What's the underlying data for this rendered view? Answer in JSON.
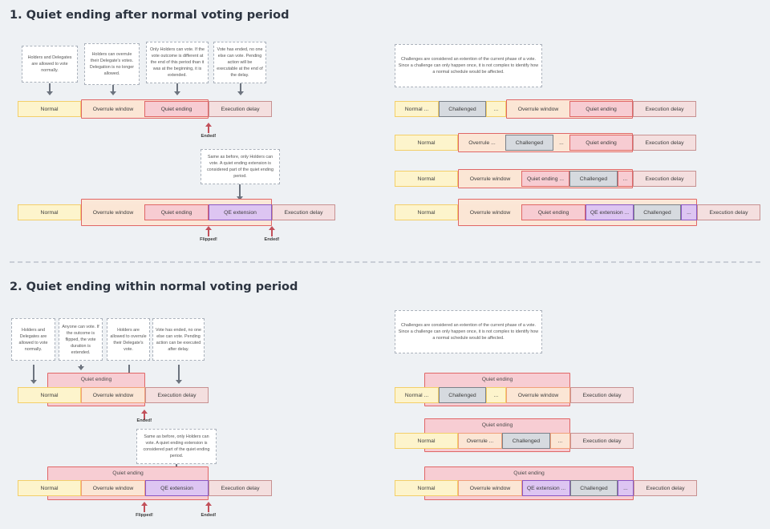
{
  "section1": {
    "title": "1. Quiet ending after normal voting period",
    "left": {
      "notes": [
        "Holders and Delegates are allowed to vote normally.",
        "Holders can overrule their Delegate's votes. Delegation is no longer allowed.",
        "Only Holders can vote. If the vote outcome is different at the end of this period than it was at the beginning, it is extended.",
        "Vote has ended, no one else can vote. Pending action will be executable at the end of the delay.",
        "Same as before, only Holders can vote. A quiet ending extension is considered part of the quiet ending period."
      ],
      "row1": [
        "Normal",
        "Overrule window",
        "Quiet ending",
        "Execution delay"
      ],
      "row2": [
        "Normal",
        "Overrule window",
        "Quiet ending",
        "QE extension",
        "Execution delay"
      ],
      "markers": {
        "ended": "Ended!",
        "flipped": "Flipped!"
      }
    },
    "right": {
      "note": "Challenges are considered an extention of the current phase of a vote. Since a challenge can only happen once, it is not complex to identify how a normal schedule would be affected.",
      "rows": [
        [
          "Normal ...",
          "Challenged",
          "...",
          "Overrule window",
          "Quiet ending",
          "Execution delay"
        ],
        [
          "Normal",
          "Overrule ...",
          "Challenged",
          "...",
          "Quiet ending",
          "Execution delay"
        ],
        [
          "Normal",
          "Overrule window",
          "Quiet ending ...",
          "Challenged",
          "...",
          "Execution delay"
        ],
        [
          "Normal",
          "Overrule window",
          "Quiet ending",
          "QE extension ...",
          "Challenged",
          "...",
          "Execution delay"
        ]
      ]
    }
  },
  "section2": {
    "title": "2. Quiet ending within normal voting period",
    "left": {
      "notes": [
        "Holders and Delegates are allowed to vote normally.",
        "Anyone can vote. If the outcome is flipped, the vote duration is extended.",
        "Holders are allowed to overrule their Delegate's vote.",
        "Vote has ended, no one else can vote. Pending action can be executed after delay.",
        "Same as before, only Holders can vote. A quiet ending extension is considered part of the quiet ending period."
      ],
      "group_label": "Quiet ending",
      "row1": [
        "Normal",
        "Overrule window",
        "Execution delay"
      ],
      "row2": [
        "Normal",
        "Overrule window",
        "QE extension",
        "Execution delay"
      ],
      "markers": {
        "ended": "Ended!",
        "flipped": "Flipped!"
      }
    },
    "right": {
      "note": "Challenges are considered an extention of the current phase of a vote. Since a challenge can only happen once, it is not complex to identify how a normal schedule would be affected.",
      "group_label": "Quiet ending",
      "rows": [
        [
          "Normal ...",
          "Challenged",
          "...",
          "Overrule window",
          "Execution delay"
        ],
        [
          "Normal",
          "Overrule ...",
          "Challenged",
          "...",
          "Execution delay"
        ],
        [
          "Normal",
          "Overrule window",
          "QE extension ...",
          "Challenged",
          "...",
          "Execution delay"
        ]
      ]
    }
  }
}
